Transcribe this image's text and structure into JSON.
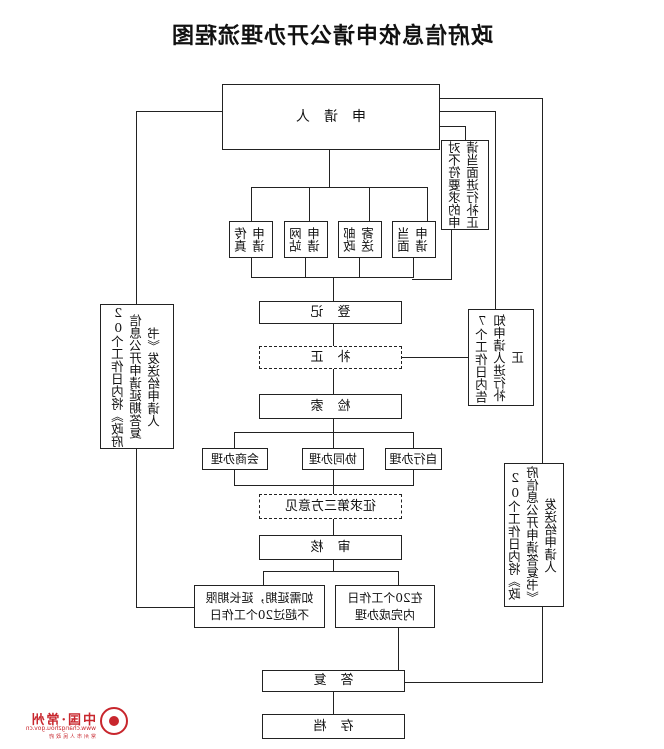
{
  "title": "政府信息依申请公开办理流程图",
  "nodes": {
    "applicant": "申请人",
    "channel_onsite": "当面申请",
    "channel_mail": "邮政寄送",
    "channel_web": "网站申请",
    "channel_fax": "传真申请",
    "register": "登记",
    "supplement": "补正",
    "search": "检索",
    "self_handle": "自行办理",
    "joint_handle": "协同办理",
    "meeting_handle": "会商办理",
    "third_party": "征求第三方意见",
    "review": "审核",
    "complete_20": "在20个工作日内完成办理",
    "extend": "如需延期，延长期限不超过20个工作日",
    "reply": "答复",
    "archive": "存档"
  },
  "notes": {
    "onsite_correction": "对不符要求的申请当面进行补正",
    "seven_day_correction": "7个工作日内告知申请人进行补正",
    "extension_notice": "20个工作日内将《政府信息公开申请延期答复书》发送给申请人",
    "reply_notice": "20个工作日内将《政府信息公开申请答复书》发送给申请人"
  },
  "logo": {
    "name": "中国·常州",
    "url": "www.changzhou.gov.cn",
    "sub": "常州市人民政府"
  }
}
